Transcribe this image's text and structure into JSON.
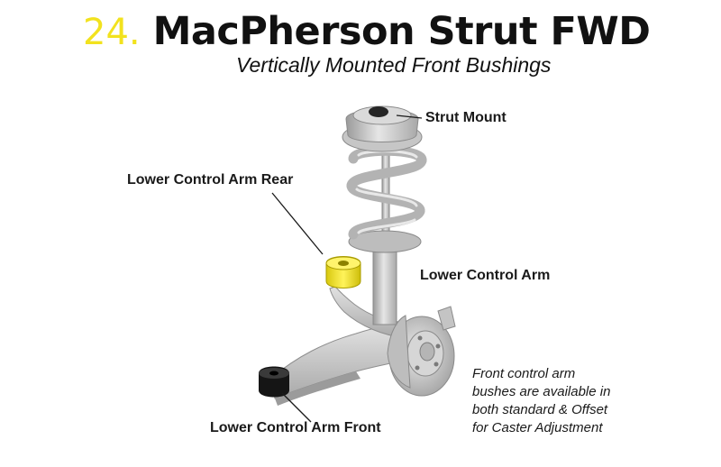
{
  "header": {
    "number": "24.",
    "title": "MacPherson Strut FWD",
    "subtitle": "Vertically Mounted Front Bushings"
  },
  "callouts": {
    "strut_mount": "Strut Mount",
    "lower_control_arm_rear": "Lower Control Arm Rear",
    "lower_control_arm": "Lower Control Arm",
    "lower_control_arm_front": "Lower Control Arm Front"
  },
  "note": {
    "lines": [
      "Front control arm",
      "bushes are available in",
      "both standard & Offset",
      "for Caster Adjustment"
    ]
  },
  "colors": {
    "bushing_rear": "#f2e21e",
    "bushing_front": "#151515",
    "title_number": "#f2e21e",
    "part_gray": "#c9c9c9"
  }
}
